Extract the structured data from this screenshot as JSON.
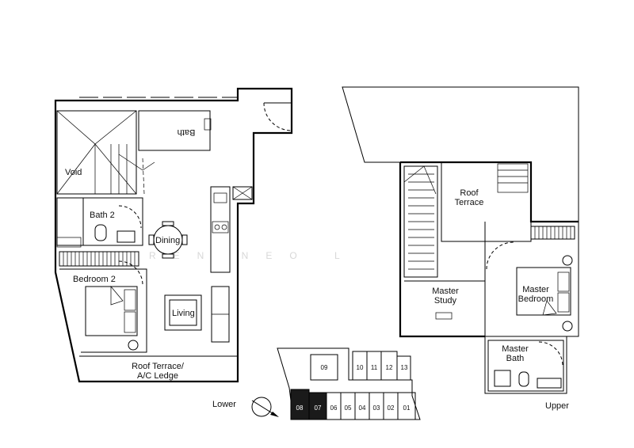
{
  "watermark": "REN NEO L",
  "lower_plan": {
    "rooms": {
      "void": "Void",
      "bath2": "Bath 2",
      "dining": "Dining",
      "bedroom2": "Bedroom 2",
      "living": "Living",
      "roof_terrace_1": "Roof Terrace/",
      "roof_terrace_2": "A/C Ledge",
      "mirrored": "Bath"
    },
    "caption": "Lower"
  },
  "upper_plan": {
    "rooms": {
      "roof_terrace_1": "Roof",
      "roof_terrace_2": "Terrace",
      "master_study_1": "Master",
      "master_study_2": "Study",
      "master_bedroom_1": "Master",
      "master_bedroom_2": "Bedroom",
      "master_bath_1": "Master",
      "master_bath_2": "Bath"
    },
    "caption": "Upper"
  },
  "key_plan": {
    "top_units": [
      "09",
      "10",
      "11",
      "12",
      "13"
    ],
    "bottom_units": [
      "08",
      "07",
      "06",
      "05",
      "04",
      "03",
      "02",
      "01"
    ],
    "highlighted": [
      "08",
      "07"
    ],
    "highlight_color": "#1a1a1a"
  }
}
